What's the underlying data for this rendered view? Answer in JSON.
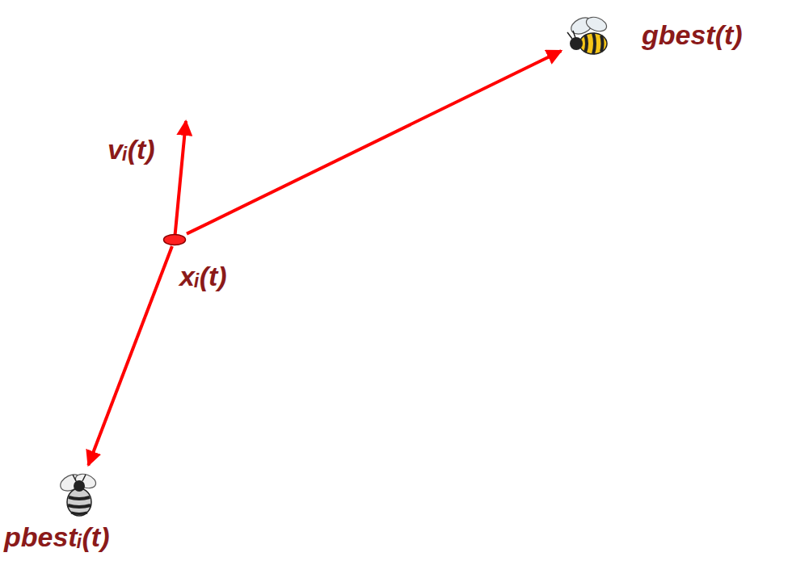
{
  "diagram": {
    "nodes": [
      {
        "text": [
          "xᵢ(t)"
        ]
      },
      {
        "text": [
          "gbest(t)"
        ]
      },
      {
        "text": [
          "pbestᵢ(t)"
        ]
      }
    ],
    "edges": [
      {
        "from": 0,
        "to": 1,
        "arrow": "to"
      },
      {
        "from": 0,
        "to": 2,
        "arrow": "to"
      }
    ],
    "labels": [
      "vᵢ(t)"
    ]
  }
}
